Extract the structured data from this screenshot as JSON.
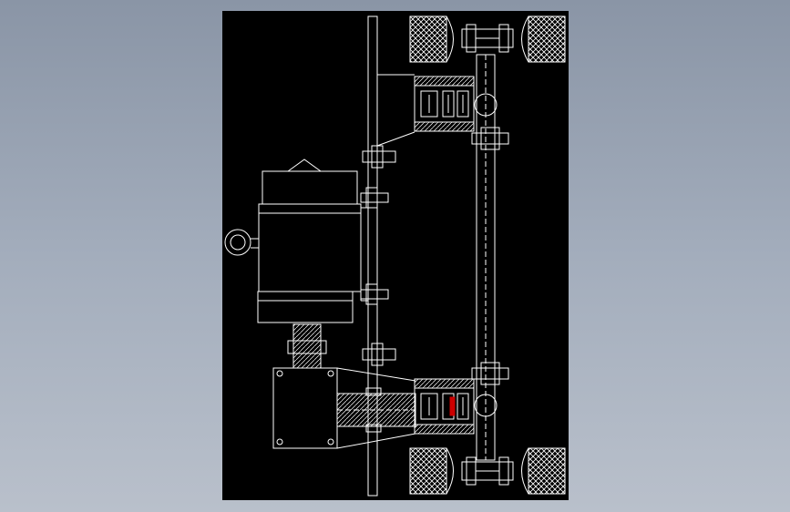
{
  "viewer": {
    "background_top": "#8a95a6",
    "background_bottom": "#b9c0cb",
    "sheet_color": "#000000",
    "line_color": "#ffffff",
    "highlight_color": "#cc0000"
  },
  "drawing": {
    "components": [
      "vertical-shaft",
      "top-wheel-assembly",
      "bottom-wheel-assembly",
      "upper-bearing-housing",
      "lower-bearing-housing",
      "motor",
      "gearbox",
      "coupling",
      "mounting-bolts",
      "frame-rail"
    ]
  }
}
